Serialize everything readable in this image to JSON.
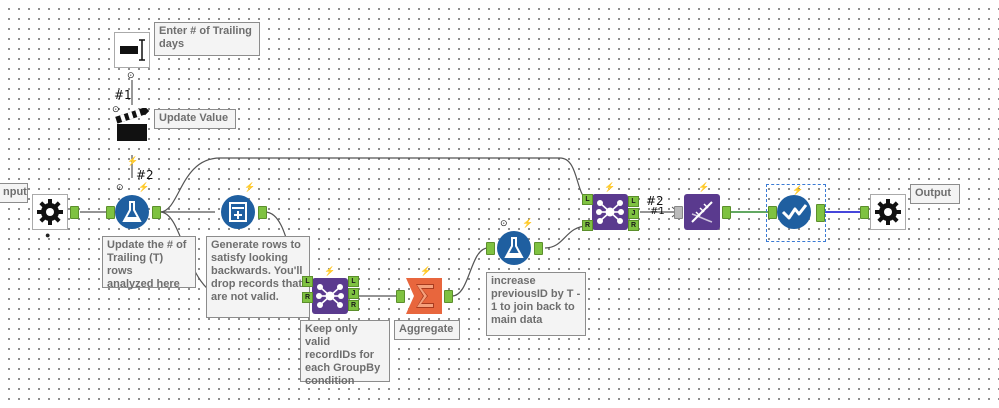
{
  "canvas": {
    "background": "#ffffff",
    "tools": [
      {
        "name": "Input",
        "icon": "gear-input-icon"
      },
      {
        "name": "Numeric Up Down",
        "icon": "numeric-up-down-icon"
      },
      {
        "name": "Action",
        "icon": "clapper-action-icon"
      },
      {
        "name": "Formula",
        "icon": "formula-flask-icon"
      },
      {
        "name": "Generate Rows",
        "icon": "generate-rows-icon"
      },
      {
        "name": "Join",
        "icon": "join-icon"
      },
      {
        "name": "Summarize",
        "icon": "sigma-summarize-icon"
      },
      {
        "name": "Formula",
        "icon": "formula-flask-icon"
      },
      {
        "name": "Join",
        "icon": "join-icon"
      },
      {
        "name": "Select",
        "icon": "dna-select-icon"
      },
      {
        "name": "Check",
        "icon": "check-icon"
      },
      {
        "name": "Output",
        "icon": "gear-output-icon"
      }
    ],
    "labels": {
      "input_partial": "nput",
      "hash1": "#1",
      "hash2_top": "#2",
      "join_hash2": "#2",
      "join_hash1": "#1"
    },
    "annotations": {
      "trailing_days": "Enter # of Trailing\ndays",
      "update_value": "Update Value",
      "update_rows": "Update the # of\nTrailing (T) rows\nanalyzed here",
      "generate_rows": "Generate rows to\nsatisfy looking\nbackwards.  You'll\ndrop records that\nare not valid.",
      "keep_valid": "Keep only valid\nrecordIDs for\neach GroupBy\ncondition",
      "aggregate": "Aggregate",
      "increase_prev": "increase\npreviousID by T -\n1 to join back to\nmain data",
      "output": "Output"
    },
    "colors": {
      "purple": "#5a3a8e",
      "blue": "#1f5fa0",
      "orange": "#e8663d",
      "anchor_green": "#7fc241",
      "wire_green": "#2e8b2e",
      "wire_blue": "#2b2bd6"
    }
  }
}
